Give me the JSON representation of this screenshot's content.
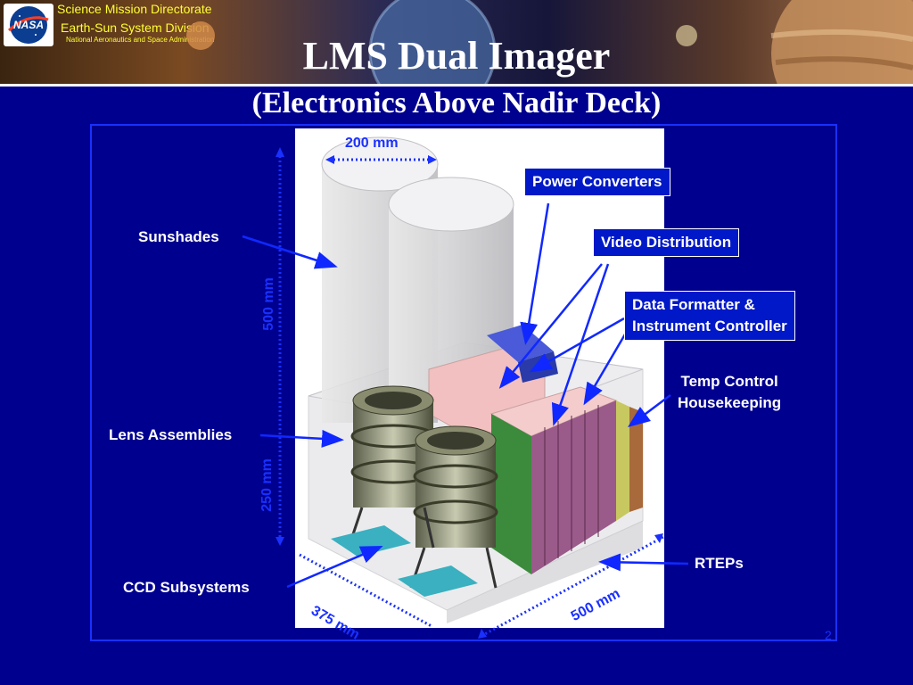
{
  "header": {
    "directorate": "Science Mission Directorate",
    "division": "Earth-Sun System Division",
    "agency": "National Aeronautics and Space Administration",
    "logo_text": "NASA"
  },
  "slide": {
    "title": "LMS Dual Imager",
    "subtitle": "(Electronics Above Nadir Deck)",
    "page_number": "2"
  },
  "labels": {
    "sunshades": "Sunshades",
    "lens_assemblies": "Lens Assemblies",
    "ccd_subsystems": "CCD Subsystems",
    "power_converters": "Power Converters",
    "video_distribution": "Video Distribution",
    "data_formatter_1": "Data Formatter &",
    "data_formatter_2": "Instrument Controller",
    "temp_control_1": "Temp Control",
    "temp_control_2": "Housekeeping",
    "rteps": "RTEPs"
  },
  "dimensions": {
    "d200": "200 mm",
    "d500_vertical": "500 mm",
    "d250": "250 mm",
    "d375": "375 mm",
    "d500_bottom": "500 mm"
  },
  "colors": {
    "background": "#00008f",
    "arrow": "#1028ff",
    "frame": "#1a30ff",
    "box_fill": "#0018c8",
    "title_text": "#ffffff",
    "header_text": "#ffff33"
  }
}
